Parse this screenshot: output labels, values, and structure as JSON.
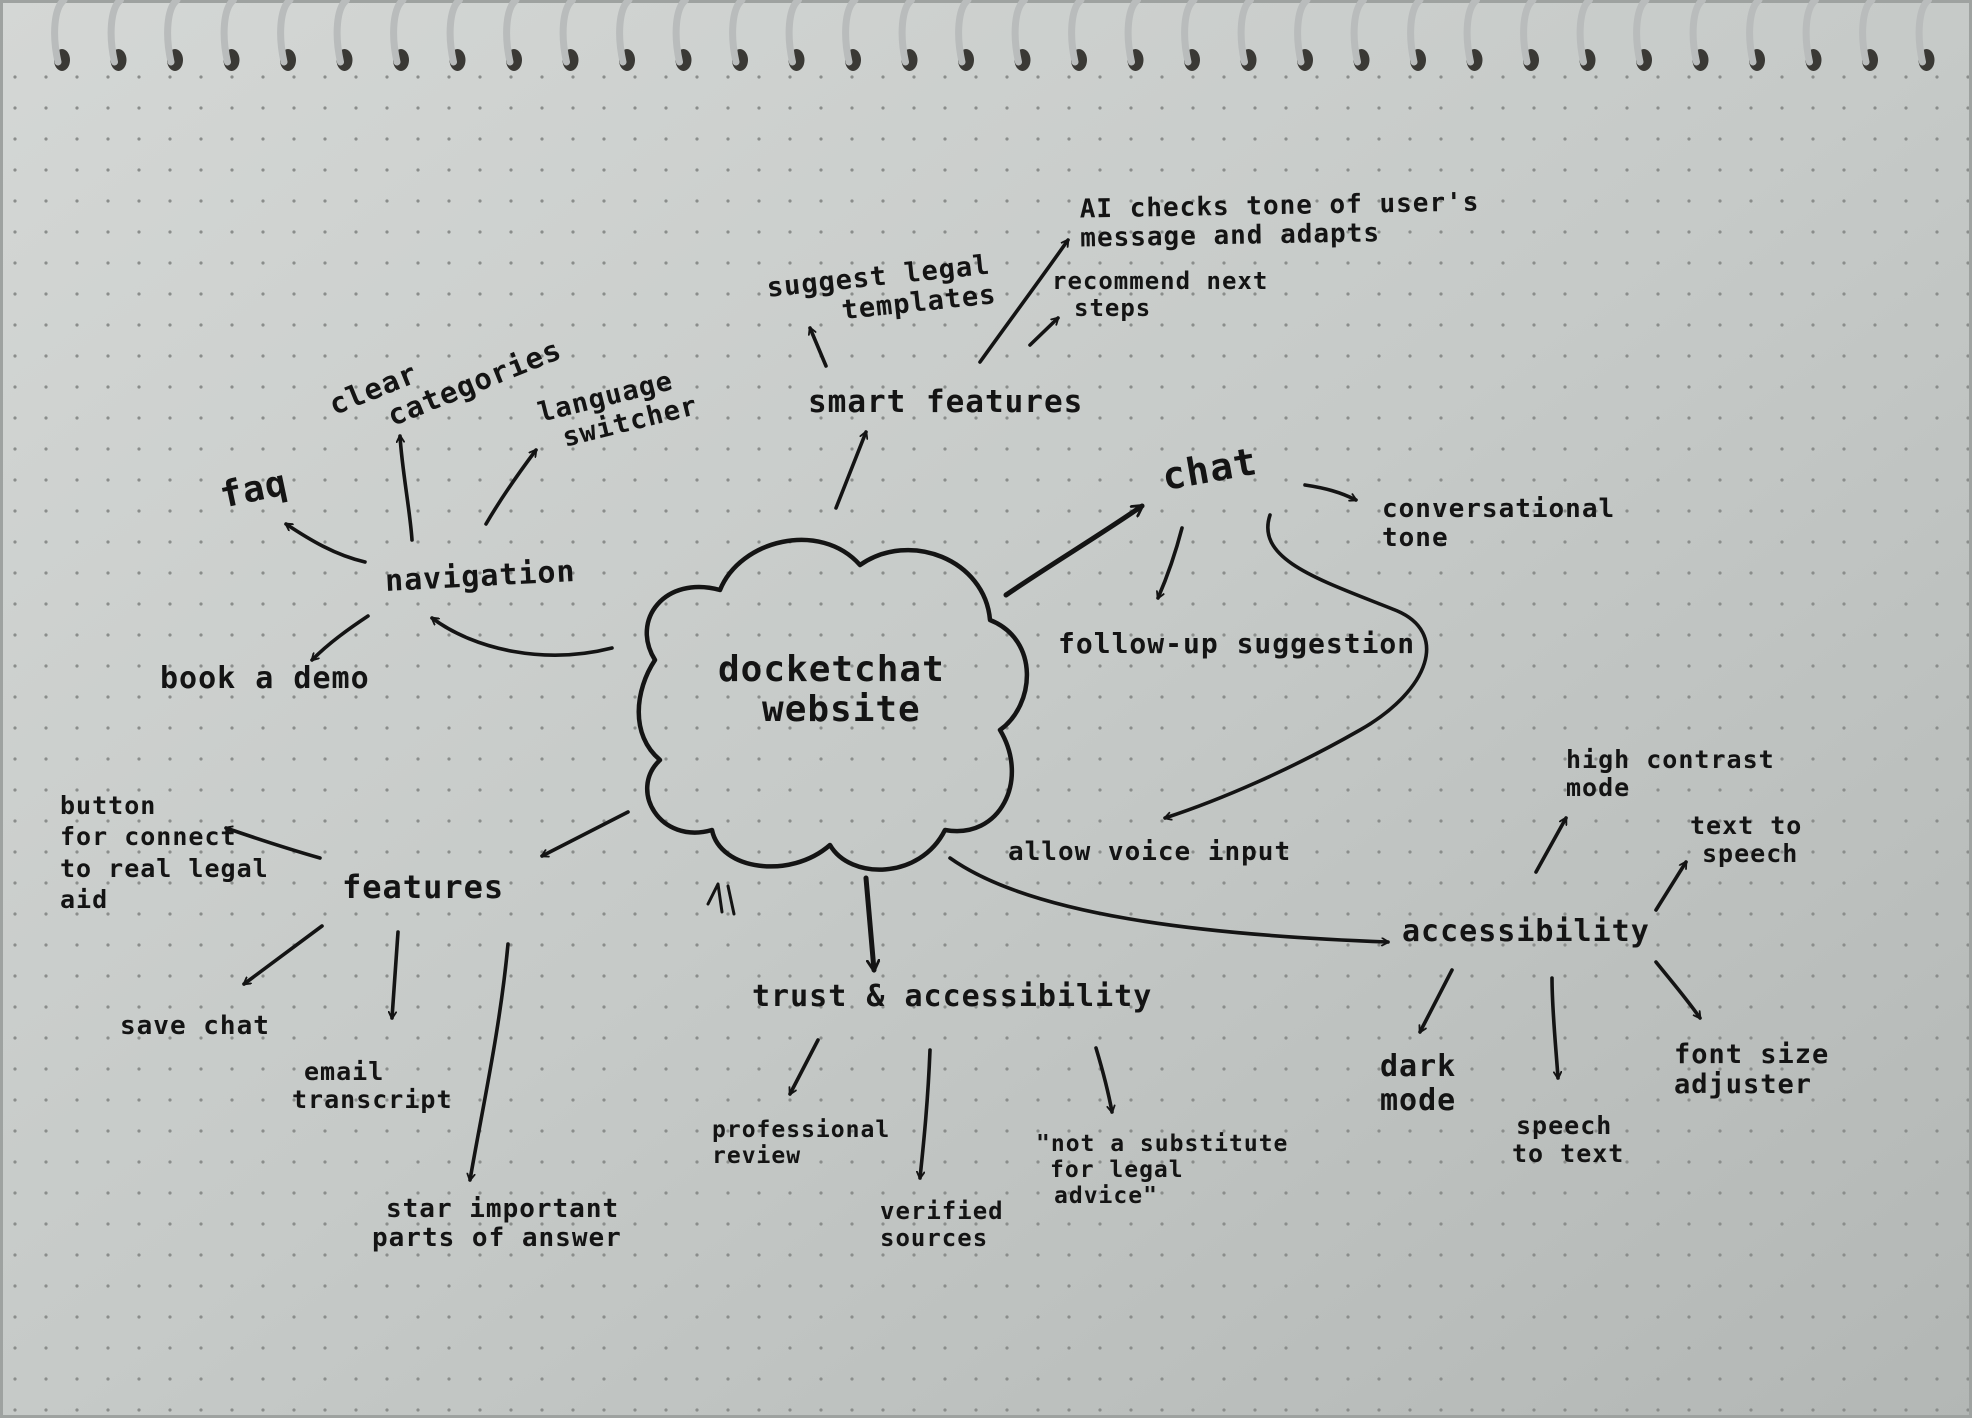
{
  "center": {
    "line1": "docketchat",
    "line2": "website"
  },
  "navigation": {
    "label": "navigation",
    "faq": "faq",
    "clear_categories": {
      "line1": "clear",
      "line2": "categories"
    },
    "language_switcher": {
      "line1": "language",
      "line2": "switcher"
    },
    "book_a_demo": "book a demo"
  },
  "smart_features": {
    "label": "smart features",
    "suggest_legal_templates": {
      "line1": "suggest legal",
      "line2": "templates"
    },
    "ai_checks_tone": {
      "line1": "AI checks tone of user's",
      "line2": "message and adapts"
    },
    "recommend_next_steps": {
      "line1": "recommend next",
      "line2": "steps"
    }
  },
  "chat": {
    "label": "chat",
    "conversational_tone": {
      "line1": "conversational",
      "line2": "tone"
    },
    "follow_up_suggestion": "follow-up suggestion",
    "allow_voice_input": "allow voice input"
  },
  "features": {
    "label": "features",
    "button_legal_aid": {
      "line1": "button",
      "line2": "for connect",
      "line3": "to real legal",
      "line4": "aid"
    },
    "save_chat": "save chat",
    "email_transcript": {
      "line1": "email",
      "line2": "transcript"
    },
    "star_important": {
      "line1": "star important",
      "line2": "parts of answer"
    }
  },
  "trust": {
    "label": "trust & accessibility",
    "professional_review": {
      "line1": "professional",
      "line2": "review"
    },
    "verified_sources": {
      "line1": "verified",
      "line2": "sources"
    },
    "not_a_substitute": {
      "line1": "\"not a substitute",
      "line2": "for legal",
      "line3": "advice\""
    }
  },
  "accessibility": {
    "label": "accessibility",
    "high_contrast_mode": {
      "line1": "high contrast",
      "line2": "mode"
    },
    "text_to_speech": {
      "line1": "text to",
      "line2": "speech"
    },
    "dark_mode": {
      "line1": "dark",
      "line2": "mode"
    },
    "speech_to_text": {
      "line1": "speech",
      "line2": "to text"
    },
    "font_size_adjuster": {
      "line1": "font size",
      "line2": "adjuster"
    }
  },
  "colors": {
    "paper": "#c9cdcb",
    "ink": "#141414",
    "dots": "#8a8d8b",
    "rings": "#b9bcbc"
  }
}
